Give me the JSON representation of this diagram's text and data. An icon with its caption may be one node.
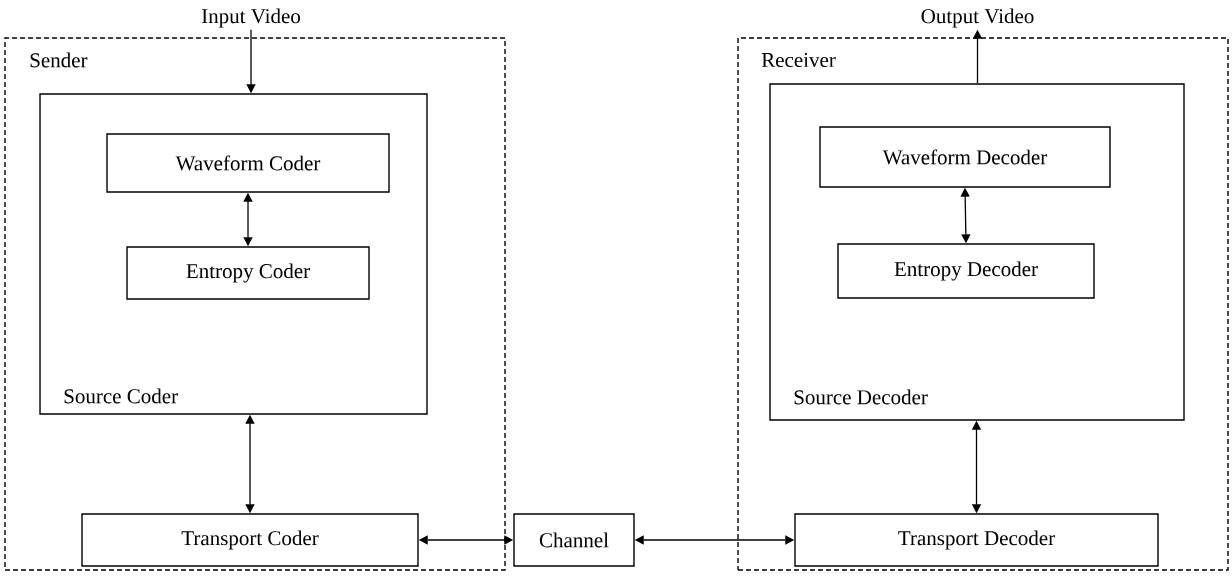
{
  "diagram": {
    "nodes": [
      {
        "text": [
          "Sender"
        ]
      },
      {
        "text": [
          "Source Coder"
        ],
        "in": 0
      },
      {
        "text": [
          "Waveform Coder"
        ],
        "in": 1
      },
      {
        "text": [
          "Entropy Coder"
        ],
        "in": 1
      },
      {
        "text": [
          "Transport Coder"
        ],
        "in": 0
      },
      {
        "text": [
          "Channel"
        ]
      },
      {
        "text": [
          "Receiver"
        ]
      },
      {
        "text": [
          "Source Decoder"
        ],
        "in": 6
      },
      {
        "text": [
          "Waveform Decoder"
        ],
        "in": 7
      },
      {
        "text": [
          "Entropy Decoder"
        ],
        "in": 7
      },
      {
        "text": [
          "Transport Decoder"
        ],
        "in": 6
      },
      {
        "text": [
          "Input Video"
        ]
      },
      {
        "text": [
          "Output Video"
        ]
      }
    ],
    "edges": [
      {
        "from": 11,
        "to": 1,
        "arrow": "to"
      },
      {
        "from": 2,
        "to": 3,
        "arrow": "both"
      },
      {
        "from": 1,
        "to": 4,
        "arrow": "both"
      },
      {
        "from": 4,
        "to": 5,
        "arrow": "both"
      },
      {
        "from": 5,
        "to": 10,
        "arrow": "both"
      },
      {
        "from": 8,
        "to": 9,
        "arrow": "both"
      },
      {
        "from": 7,
        "to": 10,
        "arrow": "both"
      },
      {
        "from": 7,
        "to": 12,
        "arrow": "to"
      }
    ]
  }
}
